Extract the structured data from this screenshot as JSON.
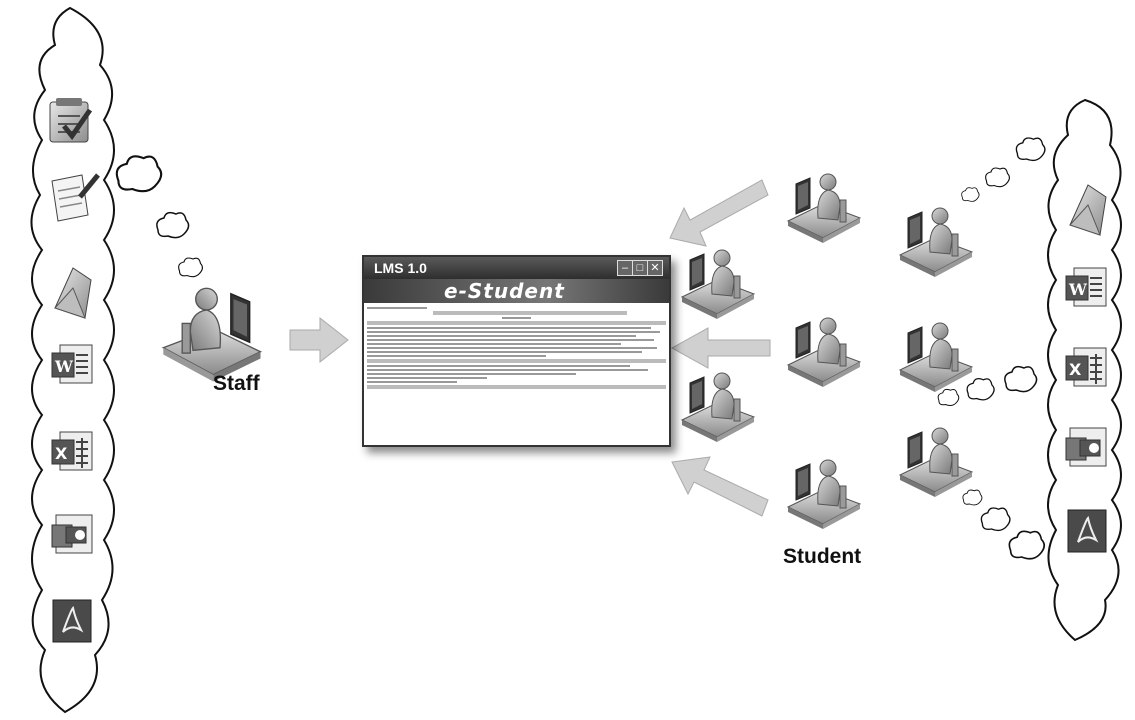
{
  "labels": {
    "staff": "Staff",
    "student": "Student"
  },
  "lms_window": {
    "title": "LMS 1.0",
    "brand": "e-Student",
    "buttons": [
      "minimize-icon",
      "maximize-icon",
      "close-icon"
    ]
  },
  "left_cloud_icons": [
    "checklist-icon",
    "document-edit-icon",
    "envelope-icon",
    "word-icon",
    "excel-icon",
    "powerpoint-icon",
    "pdf-icon"
  ],
  "right_cloud_icons": [
    "envelope-icon",
    "word-icon",
    "excel-icon",
    "powerpoint-icon",
    "pdf-icon"
  ]
}
